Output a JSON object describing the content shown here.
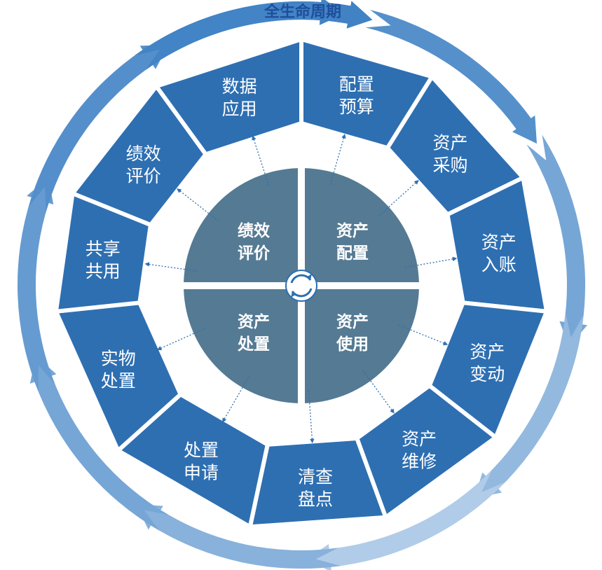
{
  "title": "全生命周期",
  "outer_ring": [
    {
      "line1": "配置",
      "line2": "预算"
    },
    {
      "line1": "资产",
      "line2": "采购"
    },
    {
      "line1": "资产",
      "line2": "入账"
    },
    {
      "line1": "资产",
      "line2": "变动"
    },
    {
      "line1": "资产",
      "line2": "维修"
    },
    {
      "line1": "清查",
      "line2": "盘点"
    },
    {
      "line1": "处置",
      "line2": "申请"
    },
    {
      "line1": "实物",
      "line2": "处置"
    },
    {
      "line1": "共享",
      "line2": "共用"
    },
    {
      "line1": "绩效",
      "line2": "评价"
    },
    {
      "line1": "数据",
      "line2": "应用"
    }
  ],
  "inner_quadrants": [
    {
      "line1": "资产",
      "line2": "配置"
    },
    {
      "line1": "资产",
      "line2": "使用"
    },
    {
      "line1": "资产",
      "line2": "处置"
    },
    {
      "line1": "绩效",
      "line2": "评价"
    }
  ],
  "colors": {
    "outer_segment": "#2e6fb2",
    "inner_quadrant": "#557a93",
    "title": "#1f4e9a",
    "arrow_dark": "#3b7fc3",
    "arrow_light": "#c4d9ee",
    "connector": "#2e6fb2"
  },
  "icons": {
    "center": "cycle-icon"
  }
}
